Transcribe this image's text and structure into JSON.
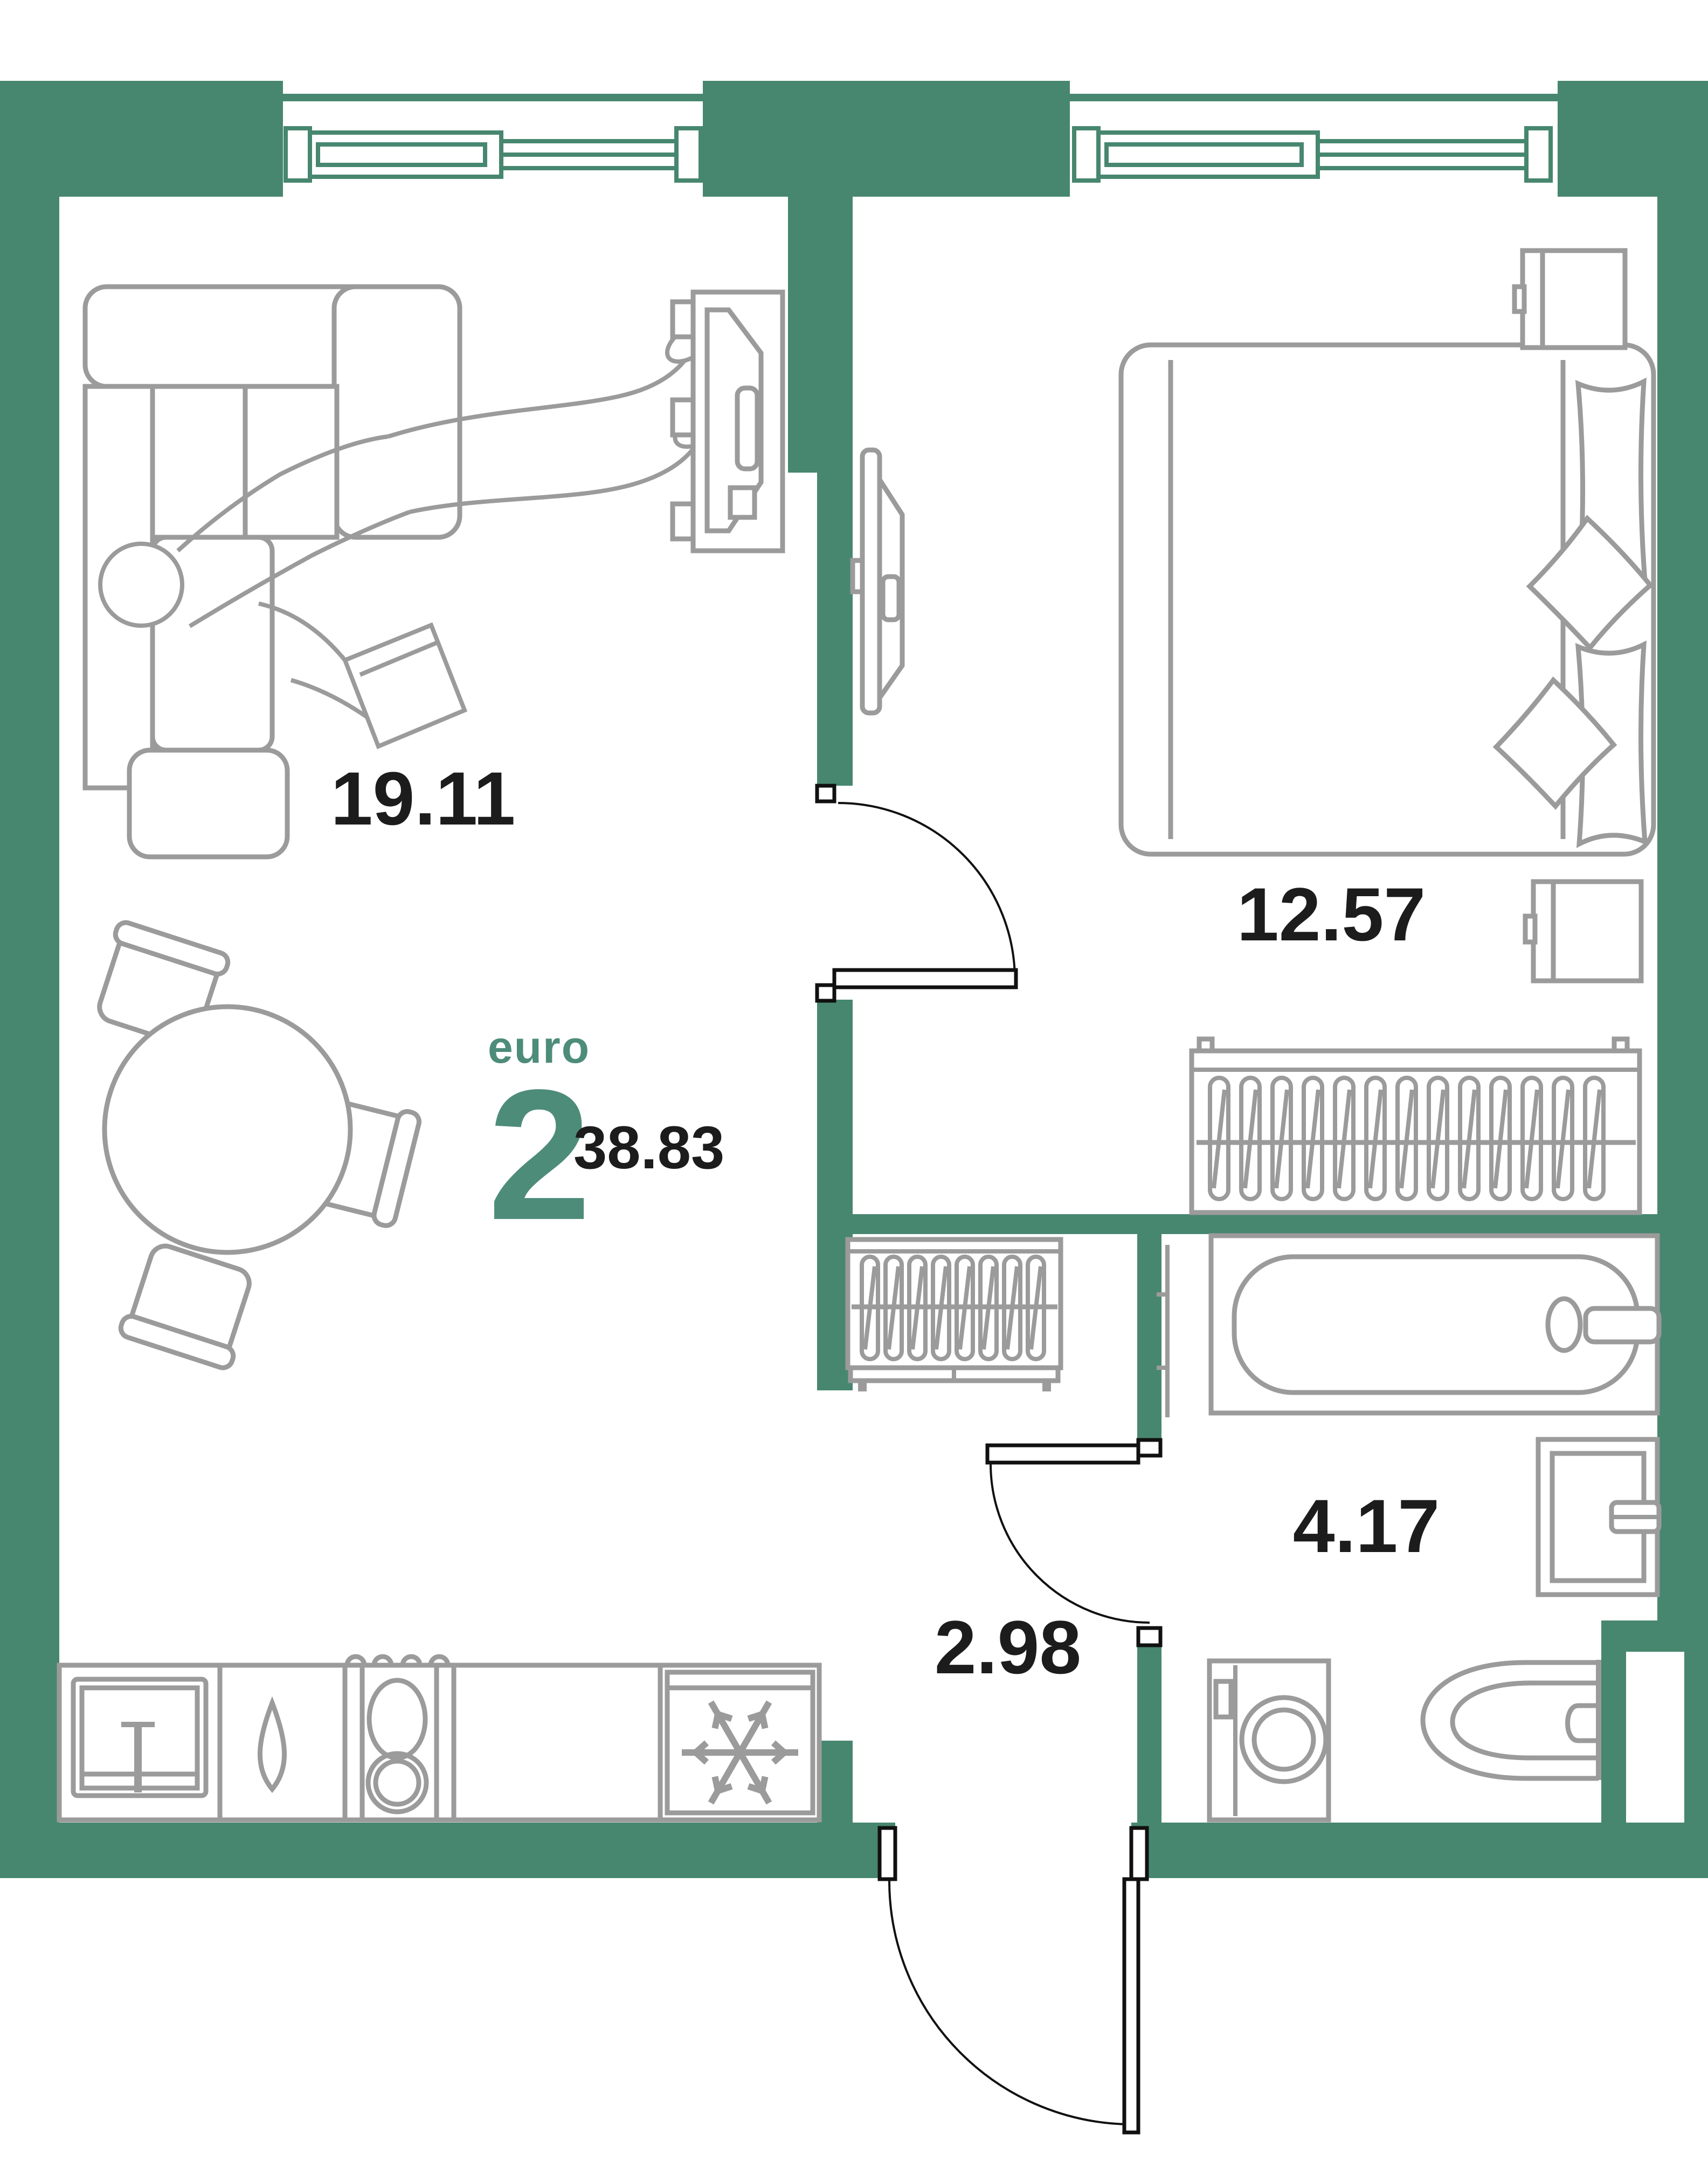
{
  "plan": {
    "type_label": "euro",
    "rooms_count": "2",
    "total_area": "38.83",
    "rooms": [
      {
        "id": "living-kitchen",
        "area": "19.11"
      },
      {
        "id": "bedroom",
        "area": "12.57"
      },
      {
        "id": "bathroom",
        "area": "4.17"
      },
      {
        "id": "hallway",
        "area": "2.98"
      }
    ],
    "icons": {
      "fridge": "snowflake-icon"
    },
    "colors": {
      "wall": "#47876F",
      "accent_text": "#4E8C7A",
      "furniture_outline": "#9B9B9B",
      "door_symbol": "#111111",
      "label_text": "#1C1C1C",
      "background": "#FFFFFF"
    }
  }
}
